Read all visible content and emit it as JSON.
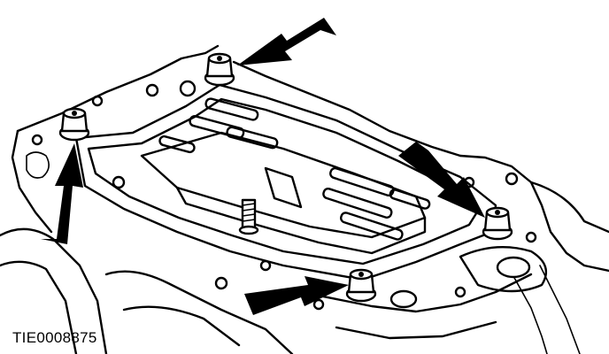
{
  "figure": {
    "reference_code": "TIE0008875",
    "callouts": [
      {
        "icon": "arrow-icon",
        "points_to": "nut"
      },
      {
        "icon": "arrow-icon",
        "points_to": "nut"
      },
      {
        "icon": "arrow-icon",
        "points_to": "nut"
      },
      {
        "icon": "arrow-icon",
        "points_to": "nut"
      }
    ],
    "colors": {
      "line": "#000000",
      "background": "#ffffff"
    }
  }
}
